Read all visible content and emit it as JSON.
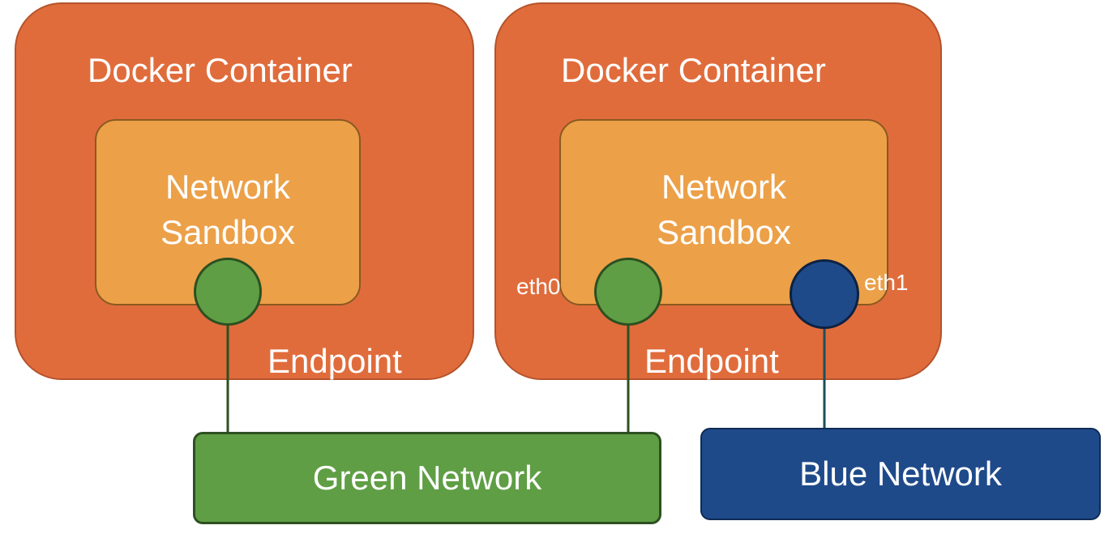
{
  "containers": [
    {
      "title": "Docker Container",
      "sandbox": {
        "line1": "Network",
        "line2": "Sandbox"
      },
      "endpoint_label": "Endpoint"
    },
    {
      "title": "Docker Container",
      "sandbox": {
        "line1": "Network",
        "line2": "Sandbox"
      },
      "endpoint_label": "Endpoint",
      "interfaces": [
        "eth0",
        "eth1"
      ]
    }
  ],
  "networks": {
    "green": {
      "label": "Green Network",
      "color": "#5f9e45"
    },
    "blue": {
      "label": "Blue Network",
      "color": "#1f4a8a"
    }
  },
  "colors": {
    "container": "#e06c3c",
    "sandbox": "#eca048",
    "link": "#2d5020"
  }
}
